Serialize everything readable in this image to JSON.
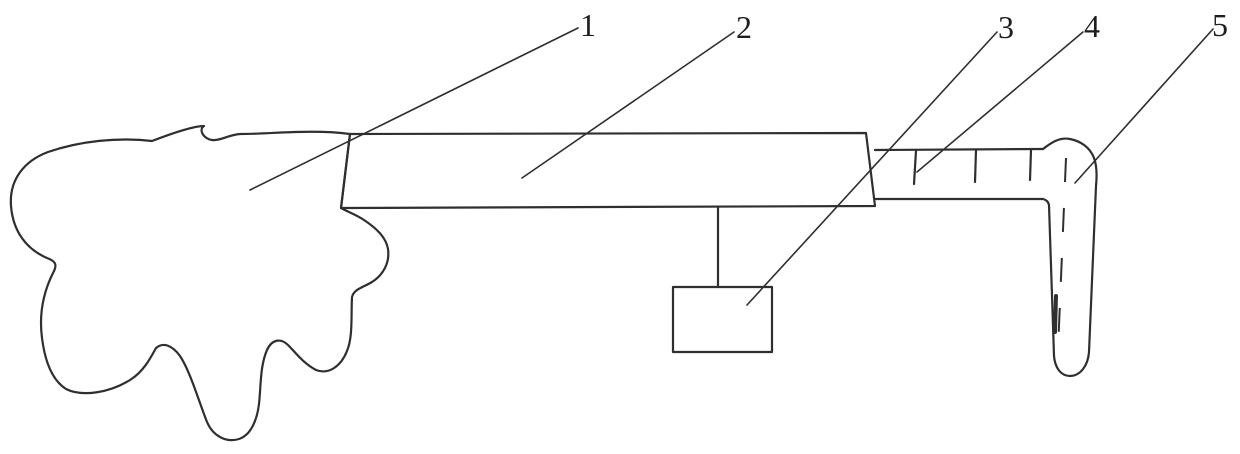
{
  "figure": {
    "background_color": "#ffffff",
    "stroke_color": "#2f2f2f",
    "label_color": "#1e1e1e",
    "callouts": [
      {
        "label": "1"
      },
      {
        "label": "2"
      },
      {
        "label": "3"
      },
      {
        "label": "4"
      },
      {
        "label": "5"
      }
    ]
  }
}
